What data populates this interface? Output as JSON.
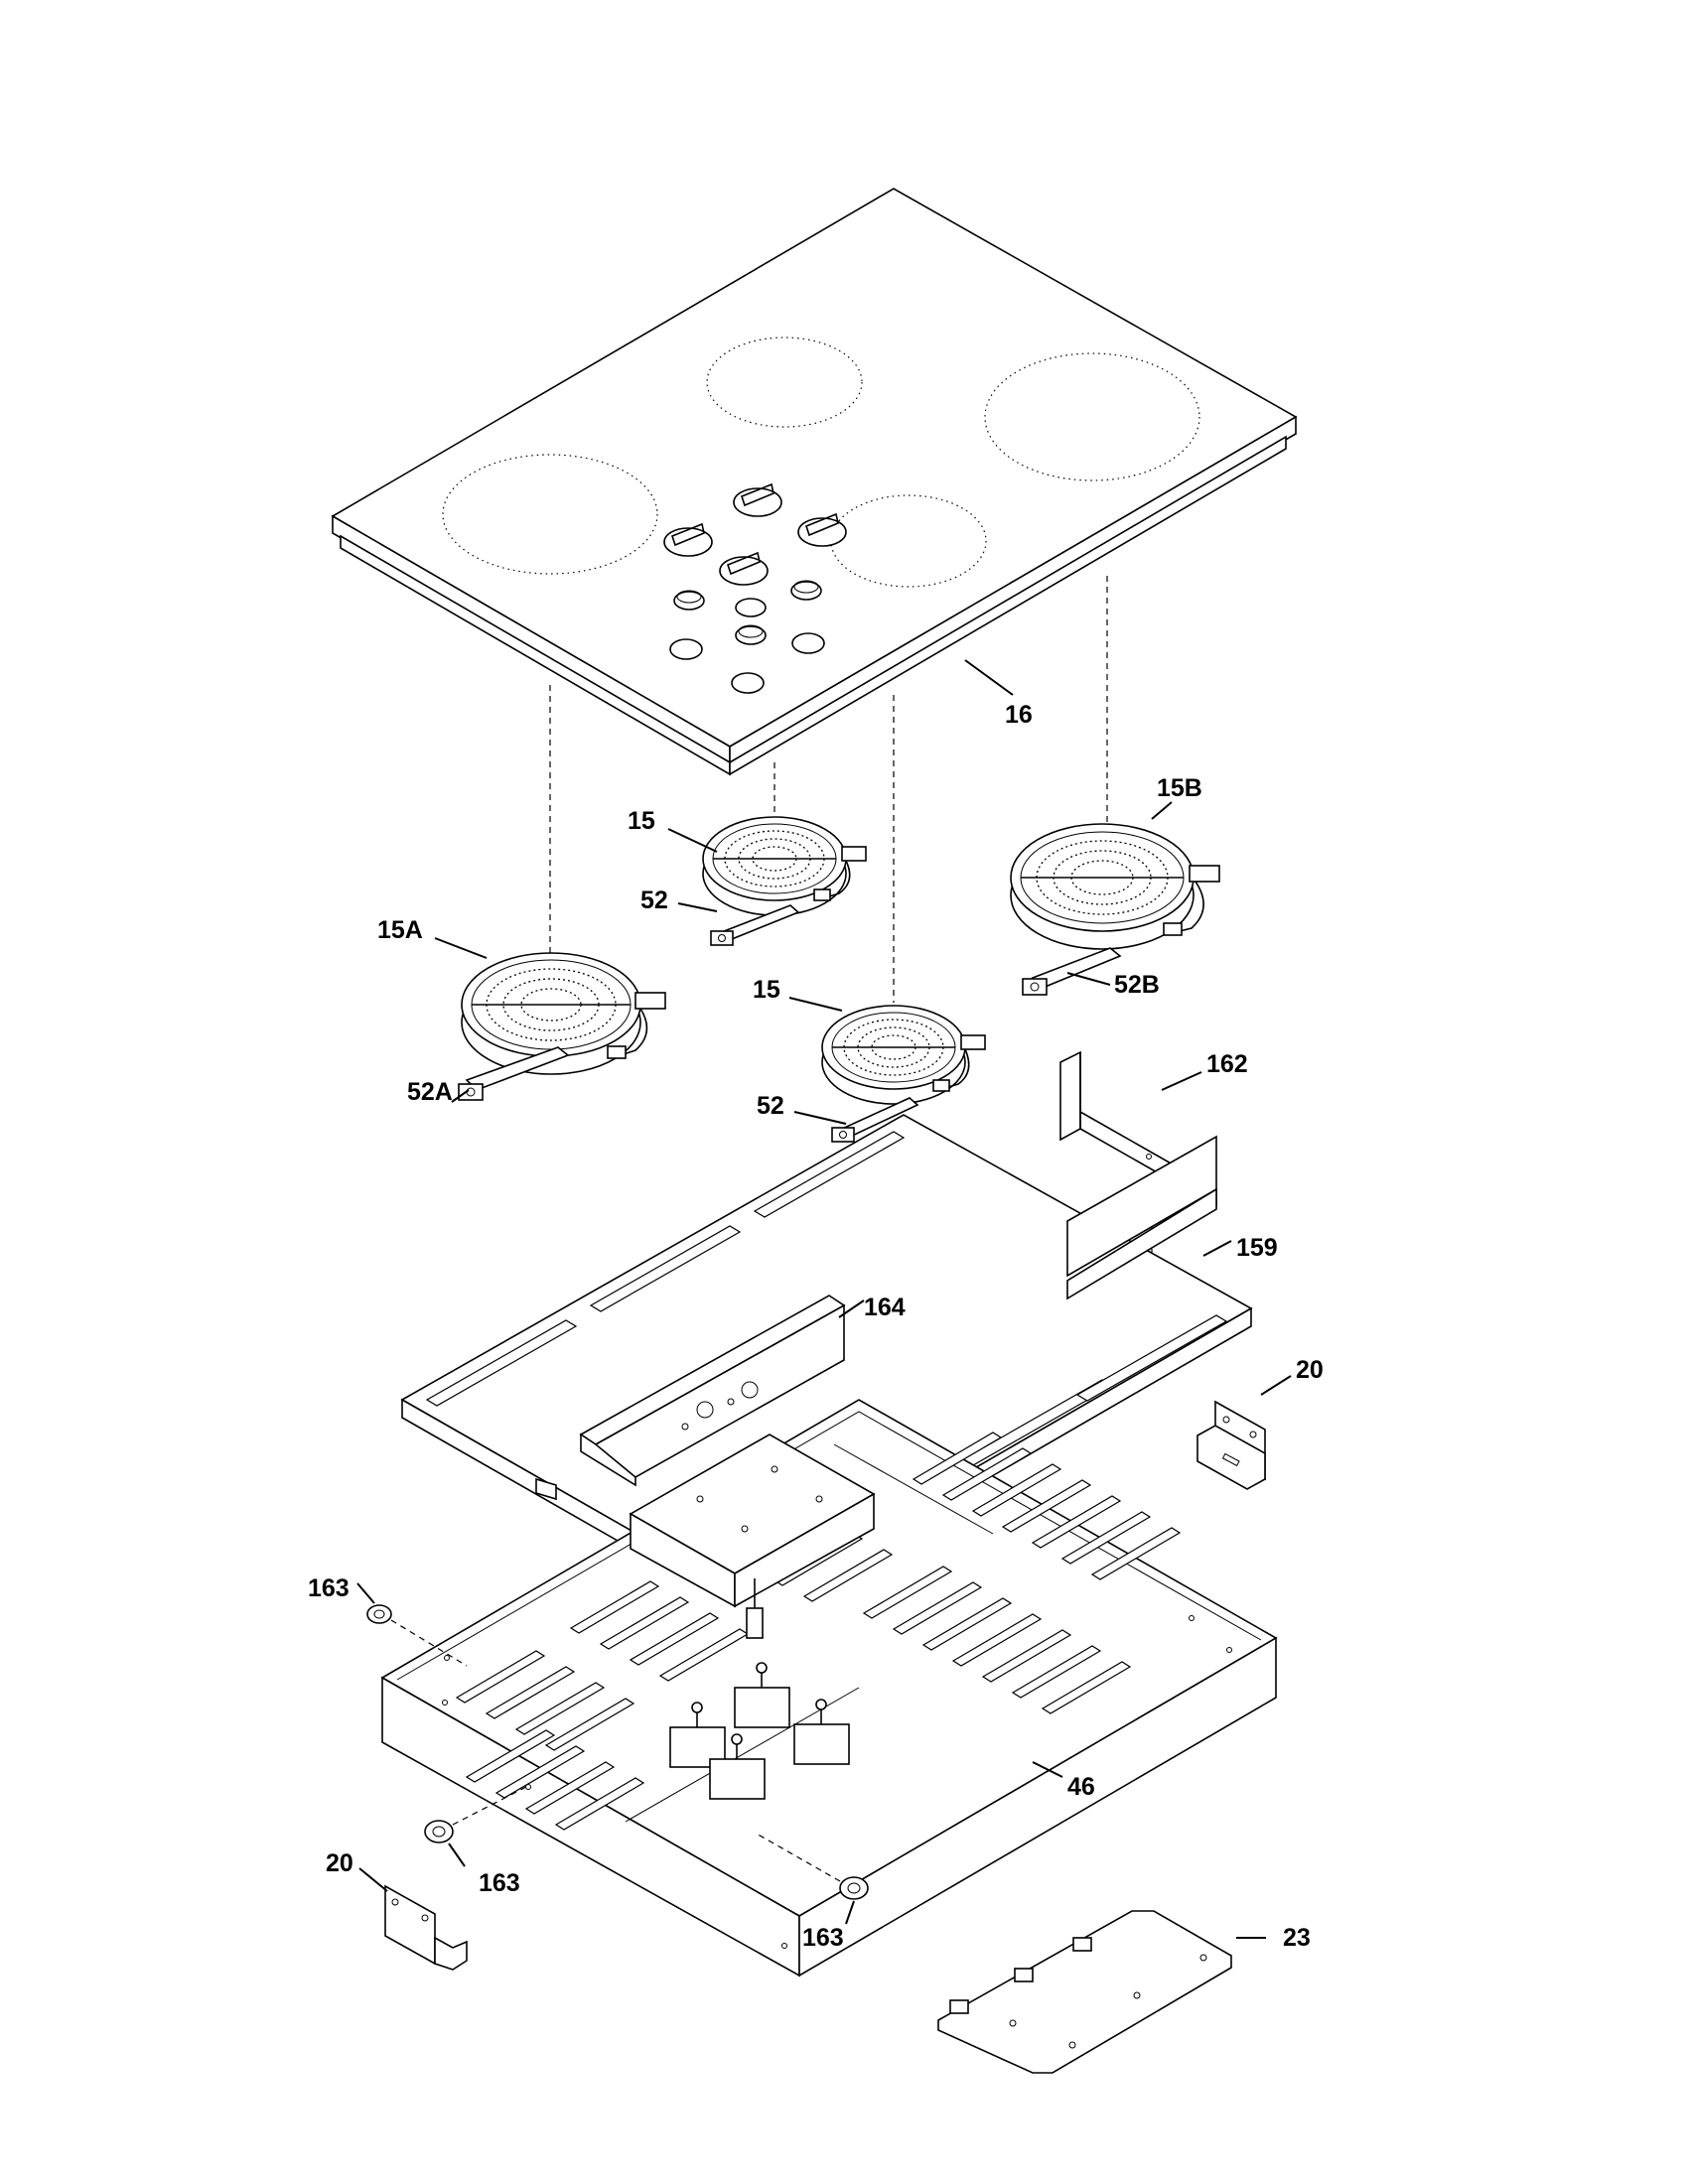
{
  "diagram": {
    "labels": {
      "cooktop": "16",
      "element_rear_left": "15",
      "element_front_center": "15",
      "element_large_right": "15B",
      "element_large_left": "15A",
      "terminal_rear": "52",
      "terminal_center": "52",
      "terminal_left": "52A",
      "terminal_right": "52B",
      "bracket_right": "162",
      "heat_shield": "159",
      "control_bracket": "164",
      "mount_bracket_right": "20",
      "mount_bracket_left": "20",
      "bumper_top_left": "163",
      "bumper_bottom_left": "163",
      "bumper_bottom_right": "163",
      "burner_box": "46",
      "access_cover": "23"
    }
  }
}
